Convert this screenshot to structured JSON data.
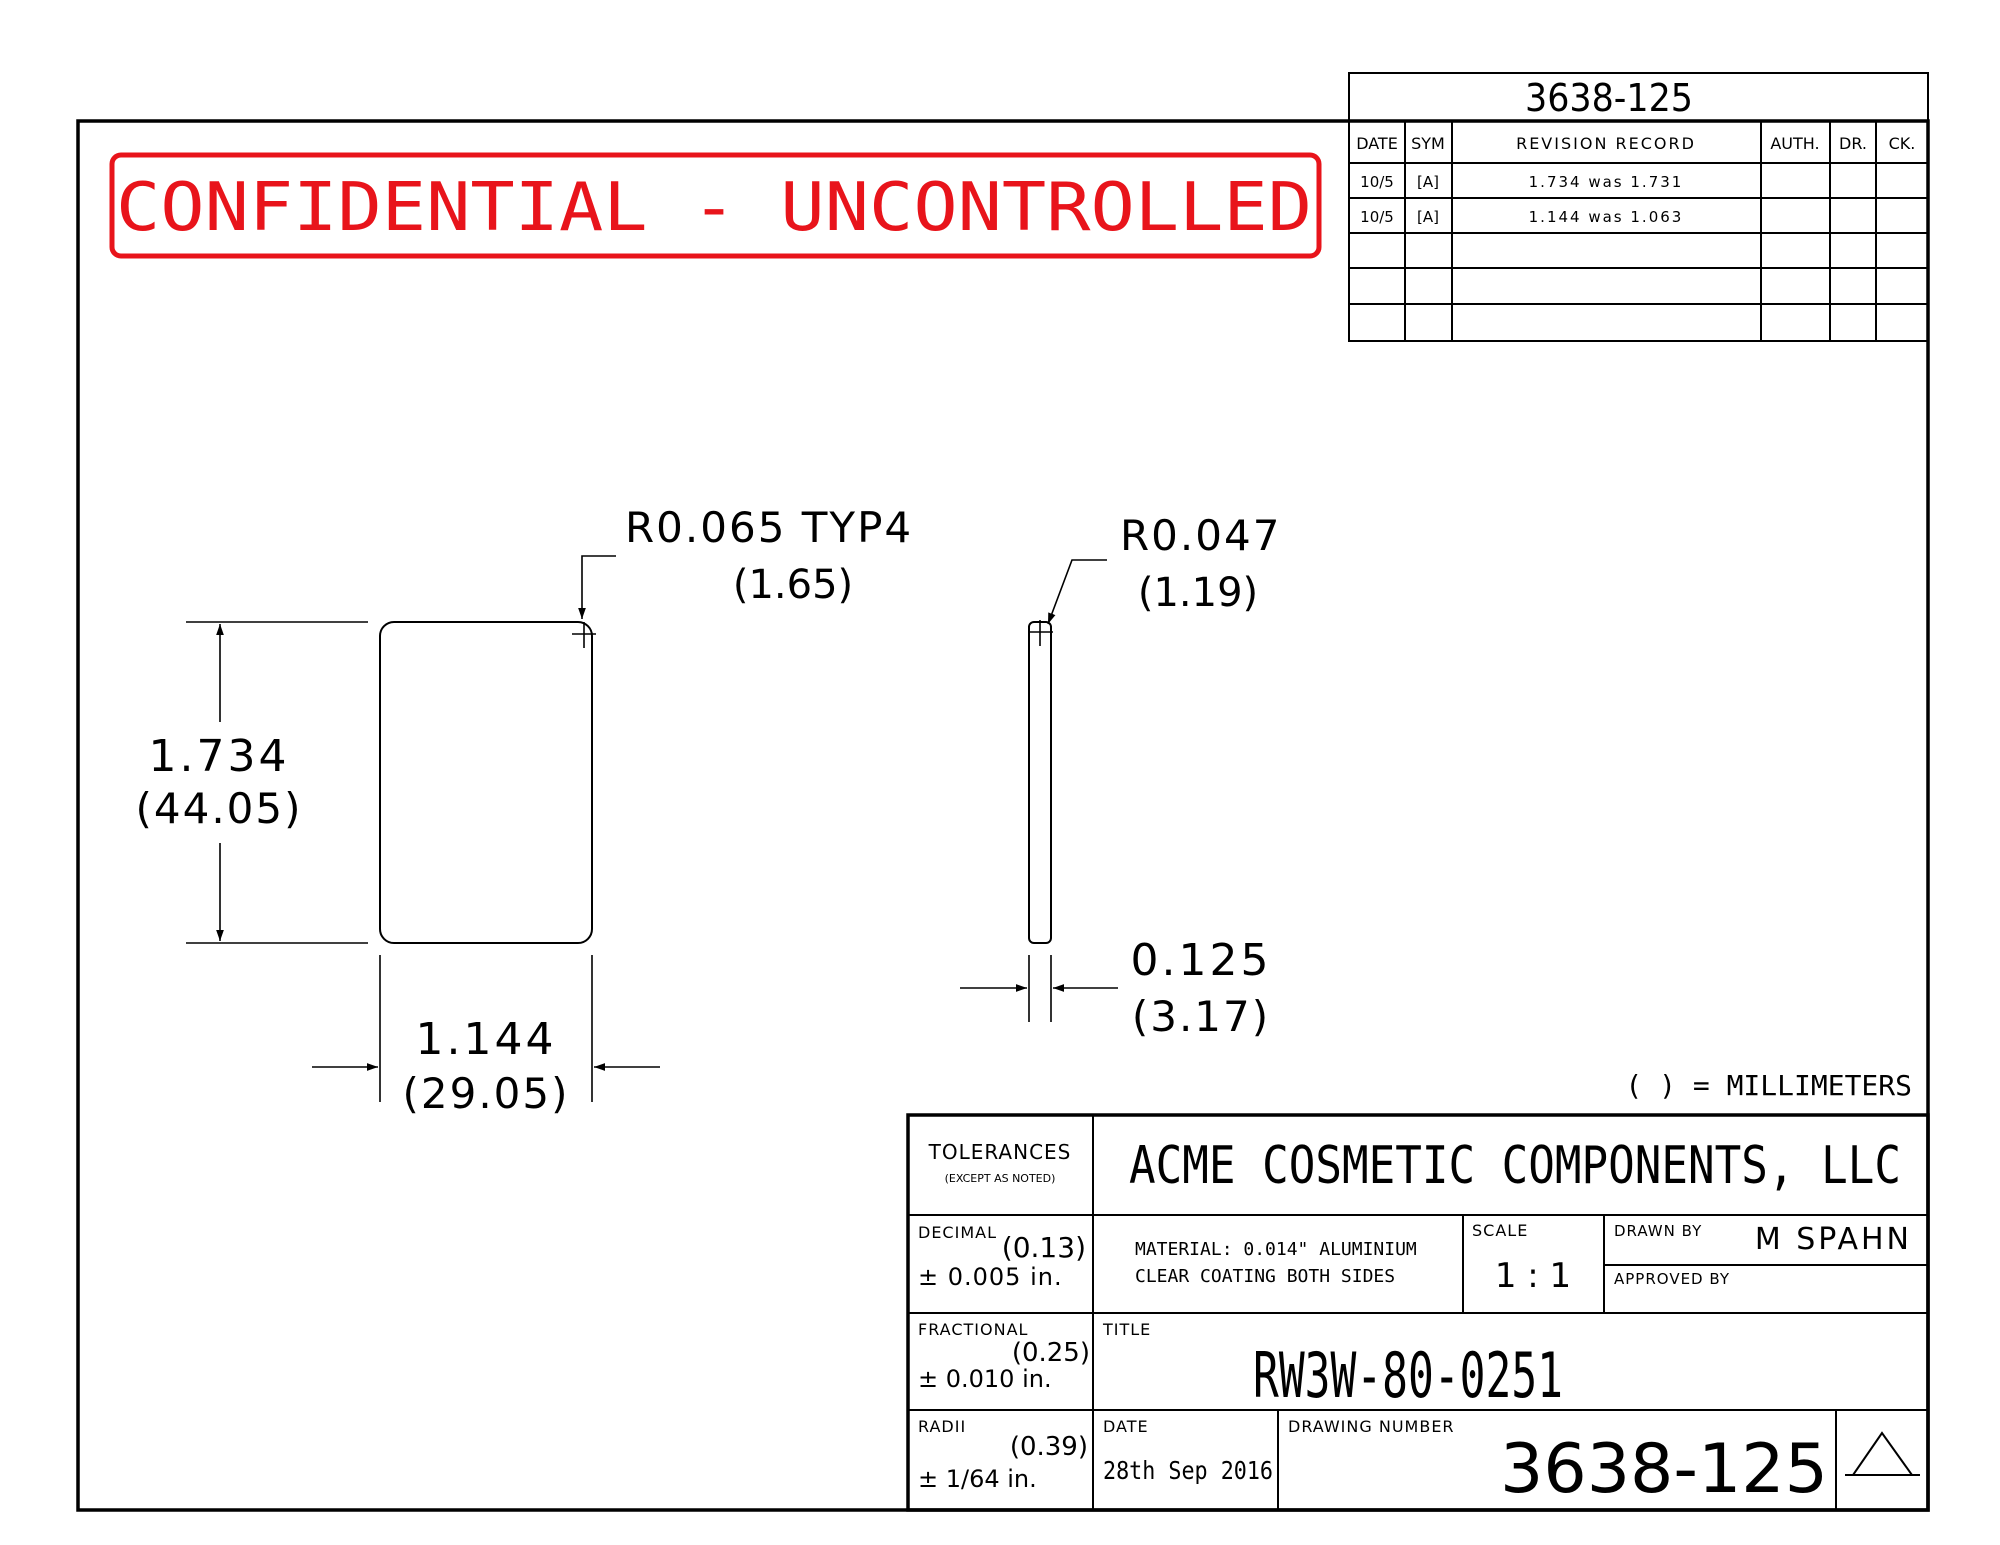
{
  "watermark": {
    "text": "CONFIDENTIAL - UNCONTROLLED",
    "color": "#e8141b"
  },
  "top_drawing_number": "3638-125",
  "revision_table": {
    "headers": [
      "DATE",
      "SYM",
      "REVISION RECORD",
      "AUTH.",
      "DR.",
      "CK."
    ],
    "rows": [
      {
        "date": "10/5",
        "sym": "[A]",
        "record": "1.734 was 1.731",
        "auth": "",
        "dr": "",
        "ck": ""
      },
      {
        "date": "10/5",
        "sym": "[A]",
        "record": "1.144 was 1.063",
        "auth": "",
        "dr": "",
        "ck": ""
      },
      {
        "date": "",
        "sym": "",
        "record": "",
        "auth": "",
        "dr": "",
        "ck": ""
      },
      {
        "date": "",
        "sym": "",
        "record": "",
        "auth": "",
        "dr": "",
        "ck": ""
      },
      {
        "date": "",
        "sym": "",
        "record": "",
        "auth": "",
        "dr": "",
        "ck": ""
      }
    ]
  },
  "dimensions": {
    "corner_radius": {
      "inch": "R0.065 TYP4",
      "mm": "(1.65)"
    },
    "edge_radius": {
      "inch": "R0.047",
      "mm": "(1.19)"
    },
    "height": {
      "inch": "1.734",
      "mm": "(44.05)"
    },
    "width": {
      "inch": "1.144",
      "mm": "(29.05)"
    },
    "thickness": {
      "inch": "0.125",
      "mm": "(3.17)"
    }
  },
  "units_note": "( ) = MILLIMETERS",
  "title_block": {
    "tolerances_label": "TOLERANCES",
    "tolerances_sub": "(EXCEPT AS NOTED)",
    "company": "ACME COSMETIC COMPONENTS, LLC",
    "decimal_label": "DECIMAL",
    "decimal_mm": "(0.13)",
    "decimal_value": "± 0.005 in.",
    "material_line1": "MATERIAL: 0.014\" ALUMINIUM",
    "material_line2": "CLEAR COATING BOTH SIDES",
    "scale_label": "SCALE",
    "scale_value": "1 : 1",
    "drawn_by_label": "DRAWN BY",
    "drawn_by_value": "M SPAHN",
    "approved_by_label": "APPROVED BY",
    "fractional_label": "FRACTIONAL",
    "fractional_mm": "(0.25)",
    "fractional_value": "± 0.010 in.",
    "title_label": "TITLE",
    "title_value": "RW3W-80-0251",
    "radii_label": "RADII",
    "radii_mm": "(0.39)",
    "radii_value": "± 1/64 in.",
    "date_label": "DATE",
    "date_value": "28th Sep 2016",
    "drawing_number_label": "DRAWING NUMBER",
    "drawing_number_value": "3638-125"
  }
}
